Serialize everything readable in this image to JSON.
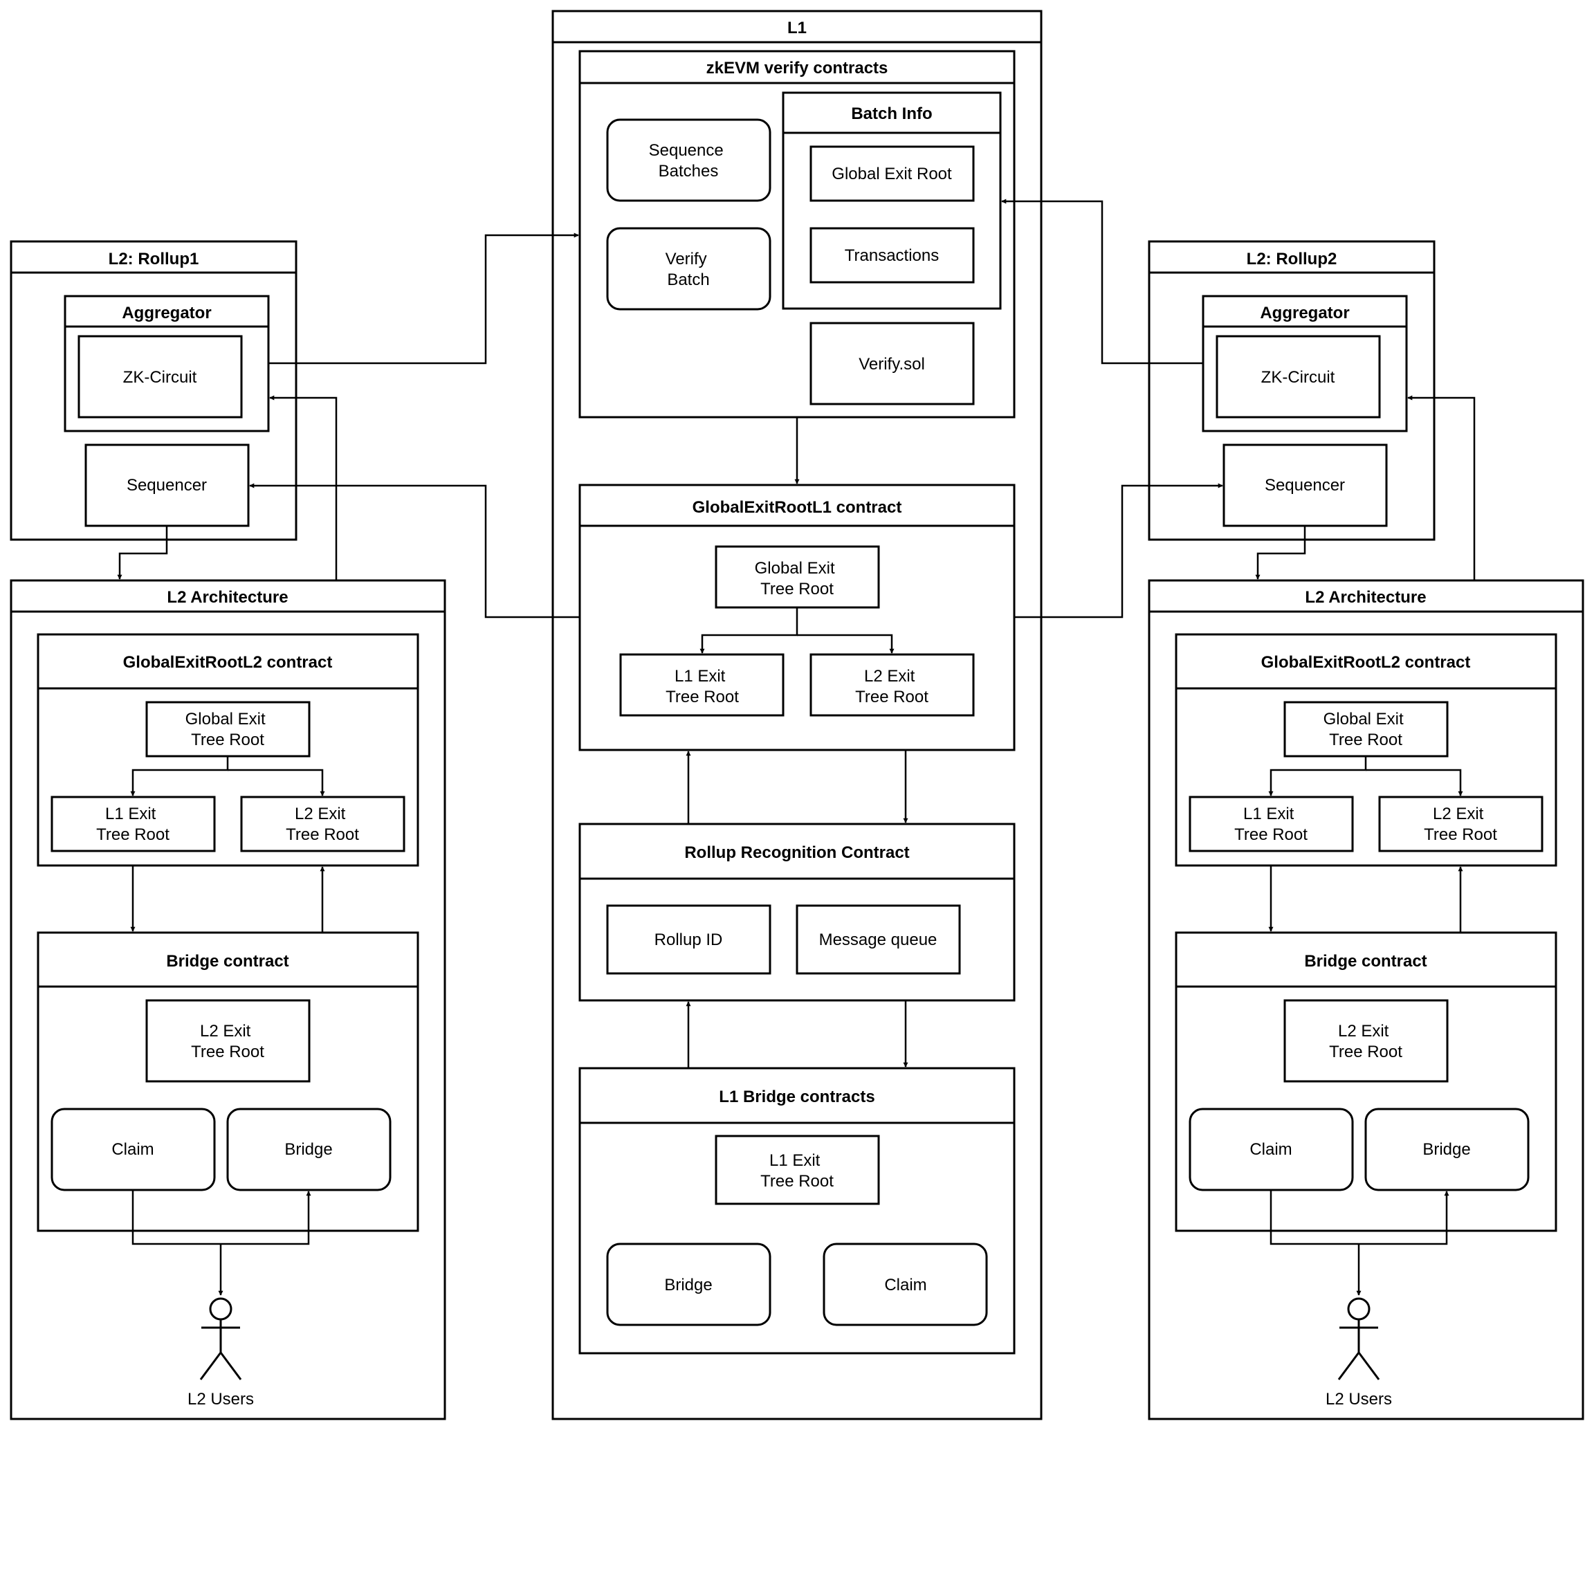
{
  "l1": {
    "title": "L1",
    "zkevm": {
      "title": "zkEVM verify contracts",
      "sequence_batches": [
        "Sequence",
        "Batches"
      ],
      "verify_batch": [
        "Verify",
        "Batch"
      ],
      "batch_info": {
        "title": "Batch Info",
        "global_exit_root": "Global Exit Root",
        "transactions": "Transactions"
      },
      "verify_sol": "Verify.sol"
    },
    "global_exit_root_l1": {
      "title": "GlobalExitRootL1 contract",
      "global_exit_tree_root": [
        "Global Exit",
        "Tree Root"
      ],
      "l1_exit_tree_root": [
        "L1 Exit",
        "Tree Root"
      ],
      "l2_exit_tree_root": [
        "L2 Exit",
        "Tree Root"
      ]
    },
    "rollup_recognition": {
      "title": "Rollup Recognition Contract",
      "rollup_id": "Rollup ID",
      "message_queue": "Message queue"
    },
    "l1_bridge": {
      "title": "L1 Bridge contracts",
      "l1_exit_tree_root": [
        "L1 Exit",
        "Tree Root"
      ],
      "bridge": "Bridge",
      "claim": "Claim"
    }
  },
  "rollup1": {
    "title": "L2: Rollup1",
    "aggregator": "Aggregator",
    "zk_circuit": "ZK-Circuit",
    "sequencer": "Sequencer"
  },
  "rollup2": {
    "title": "L2: Rollup2",
    "aggregator": "Aggregator",
    "zk_circuit": "ZK-Circuit",
    "sequencer": "Sequencer"
  },
  "arch_left": {
    "title": "L2 Architecture",
    "ger_l2": {
      "title": "GlobalExitRootL2 contract",
      "global_exit_tree_root": [
        "Global Exit",
        "Tree Root"
      ],
      "l1_exit_tree_root": [
        "L1 Exit",
        "Tree Root"
      ],
      "l2_exit_tree_root": [
        "L2 Exit",
        "Tree Root"
      ]
    },
    "bridge_contract": {
      "title": "Bridge contract",
      "l2_exit_tree_root": [
        "L2 Exit",
        "Tree Root"
      ],
      "claim": "Claim",
      "bridge": "Bridge"
    },
    "users": "L2 Users"
  },
  "arch_right": {
    "title": "L2 Architecture",
    "ger_l2": {
      "title": "GlobalExitRootL2 contract",
      "global_exit_tree_root": [
        "Global Exit",
        "Tree Root"
      ],
      "l1_exit_tree_root": [
        "L1 Exit",
        "Tree Root"
      ],
      "l2_exit_tree_root": [
        "L2 Exit",
        "Tree Root"
      ]
    },
    "bridge_contract": {
      "title": "Bridge contract",
      "l2_exit_tree_root": [
        "L2 Exit",
        "Tree Root"
      ],
      "claim": "Claim",
      "bridge": "Bridge"
    },
    "users": "L2 Users"
  }
}
